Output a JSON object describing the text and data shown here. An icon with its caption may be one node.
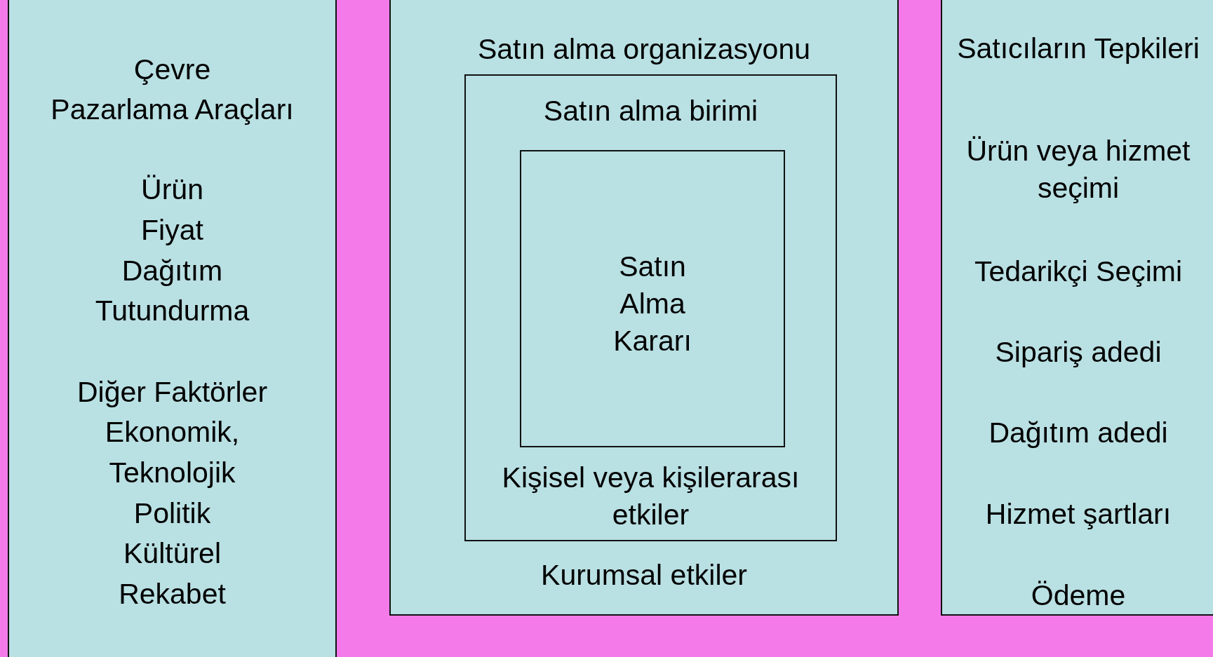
{
  "diagram": {
    "nodes": [
      {
        "text": [
          "Çevre",
          "Pazarlama Araçları",
          "Ürün",
          "Fiyat",
          "Dağıtım",
          "Tutundurma",
          "Diğer Faktörler",
          "Ekonomik,",
          "Teknolojik",
          "Politik",
          "Kültürel",
          "Rekabet"
        ]
      },
      {
        "text": [
          "Satın alma organizasyonu",
          "Kurumsal etkiler"
        ]
      },
      {
        "text": [
          "Satın alma birimi",
          "Kişisel veya kişilerarası etkiler"
        ],
        "in": 1
      },
      {
        "text": [
          "Satın Alma Kararı"
        ],
        "in": 2
      },
      {
        "text": [
          "Satıcıların Tepkileri",
          "Ürün veya hizmet seçimi",
          "Tedarikçi Seçimi",
          "Sipariş adedi",
          "Dağıtım adedi",
          "Hizmet şartları",
          "Ödeme"
        ]
      }
    ]
  }
}
